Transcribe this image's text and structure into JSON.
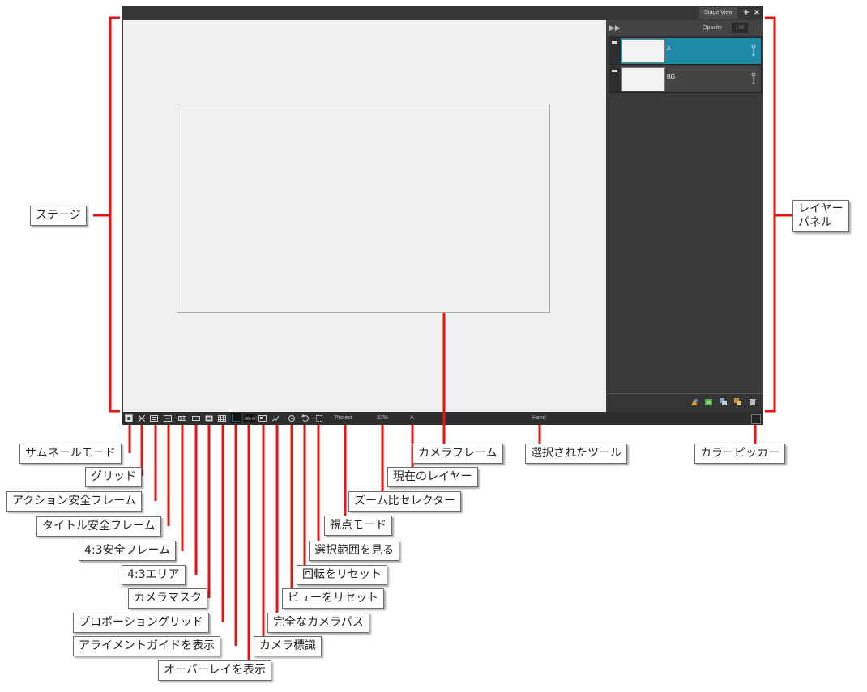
{
  "window": {
    "tab_label": "Stage View",
    "add_button": "+",
    "close_button": "×"
  },
  "layer_panel": {
    "expand_icon": "double-arrow-right-icon",
    "opacity_label": "Opacity",
    "opacity_value": "100",
    "layers": [
      {
        "name": "A",
        "selected": true
      },
      {
        "name": "BG",
        "selected": false
      }
    ]
  },
  "bottom_bar": {
    "view_mode": "Project",
    "zoom": "32%",
    "current_layer": "A",
    "current_tool": "Hand"
  },
  "callouts": {
    "stage": "ステージ",
    "layer_panel": "レイヤー\nパネル",
    "thumbnail_mode": "サムネールモード",
    "grid": "グリッド",
    "action_safe": "アクション安全フレーム",
    "title_safe": "タイトル安全フレーム",
    "safe_43": "4:3安全フレーム",
    "area_43": "4:3エリア",
    "camera_mask": "カメラマスク",
    "proportion_grid": "プロポーショングリッド",
    "alignment_guide": "アライメントガイドを表示",
    "overlay": "オーバーレイを表示",
    "camera_marker": "カメラ標識",
    "camera_path": "完全なカメラパス",
    "reset_view": "ビューをリセット",
    "reset_rotation": "回転をリセット",
    "show_selection": "選択範囲を見る",
    "view_mode": "視点モード",
    "zoom_selector": "ズーム比セレクター",
    "current_layer": "現在のレイヤー",
    "camera_frame": "カメラフレーム",
    "selected_tool": "選択されたツール",
    "color_picker": "カラーピッカー"
  }
}
